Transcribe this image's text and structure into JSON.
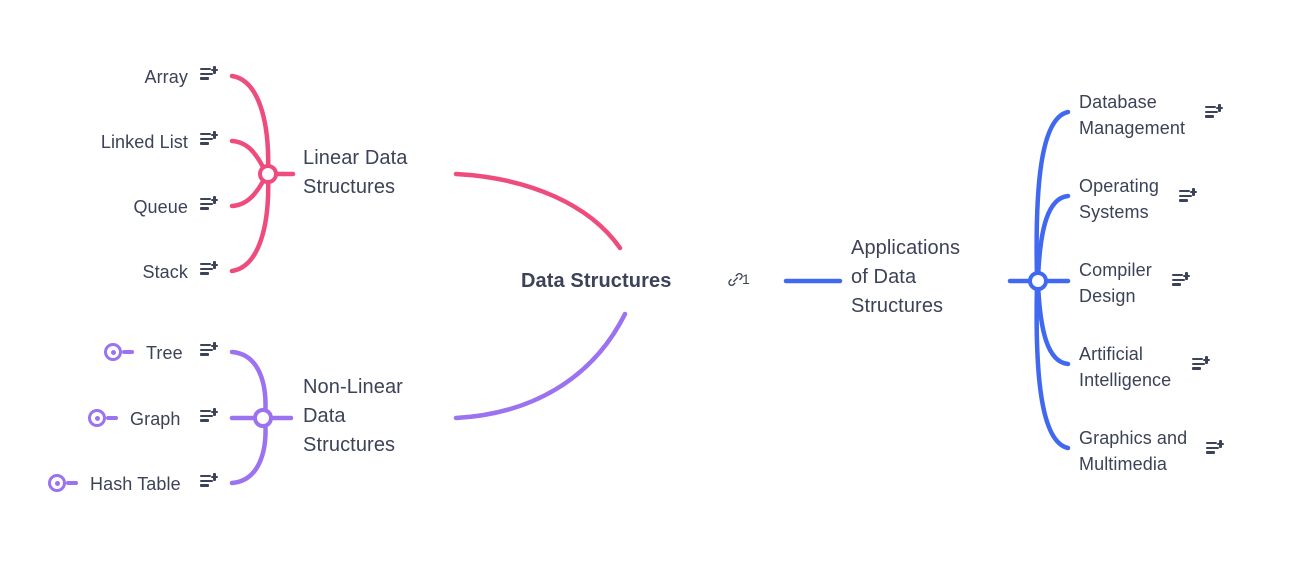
{
  "diagram": {
    "type": "mind-map",
    "title": "Data Structures mind map",
    "background": "#ffffff",
    "colors": {
      "pink": "#ee4c7c",
      "purple": "#9b72f0",
      "blue": "#4169f0",
      "text": "#3c4257"
    }
  },
  "root": {
    "label": "Data Structures",
    "link_icon": "link-icon",
    "link_count": "1"
  },
  "branches": {
    "linear": {
      "label": "Linear Data\nStructures",
      "color": "#ee4c7c",
      "side": "left",
      "children": [
        {
          "label": "Array",
          "note_icon": "add-note-icon"
        },
        {
          "label": "Linked List",
          "note_icon": "add-note-icon"
        },
        {
          "label": "Queue",
          "note_icon": "add-note-icon"
        },
        {
          "label": "Stack",
          "note_icon": "add-note-icon"
        }
      ]
    },
    "nonlinear": {
      "label": "Non-Linear\nData\nStructures",
      "color": "#9b72f0",
      "side": "left",
      "children": [
        {
          "label": "Tree",
          "note_icon": "add-note-icon",
          "bullet_icon": "collapse-dot-icon"
        },
        {
          "label": "Graph",
          "note_icon": "add-note-icon",
          "bullet_icon": "collapse-dot-icon"
        },
        {
          "label": "Hash Table",
          "note_icon": "add-note-icon",
          "bullet_icon": "collapse-dot-icon"
        }
      ]
    },
    "applications": {
      "label": "Applications\nof Data\nStructures",
      "color": "#4169f0",
      "side": "right",
      "children": [
        {
          "label": "Database\nManagement",
          "note_icon": "add-note-icon"
        },
        {
          "label": "Operating\nSystems",
          "note_icon": "add-note-icon"
        },
        {
          "label": "Compiler\nDesign",
          "note_icon": "add-note-icon"
        },
        {
          "label": "Artificial\nIntelligence",
          "note_icon": "add-note-icon"
        },
        {
          "label": "Graphics and\nMultimedia",
          "note_icon": "add-note-icon"
        }
      ]
    }
  }
}
